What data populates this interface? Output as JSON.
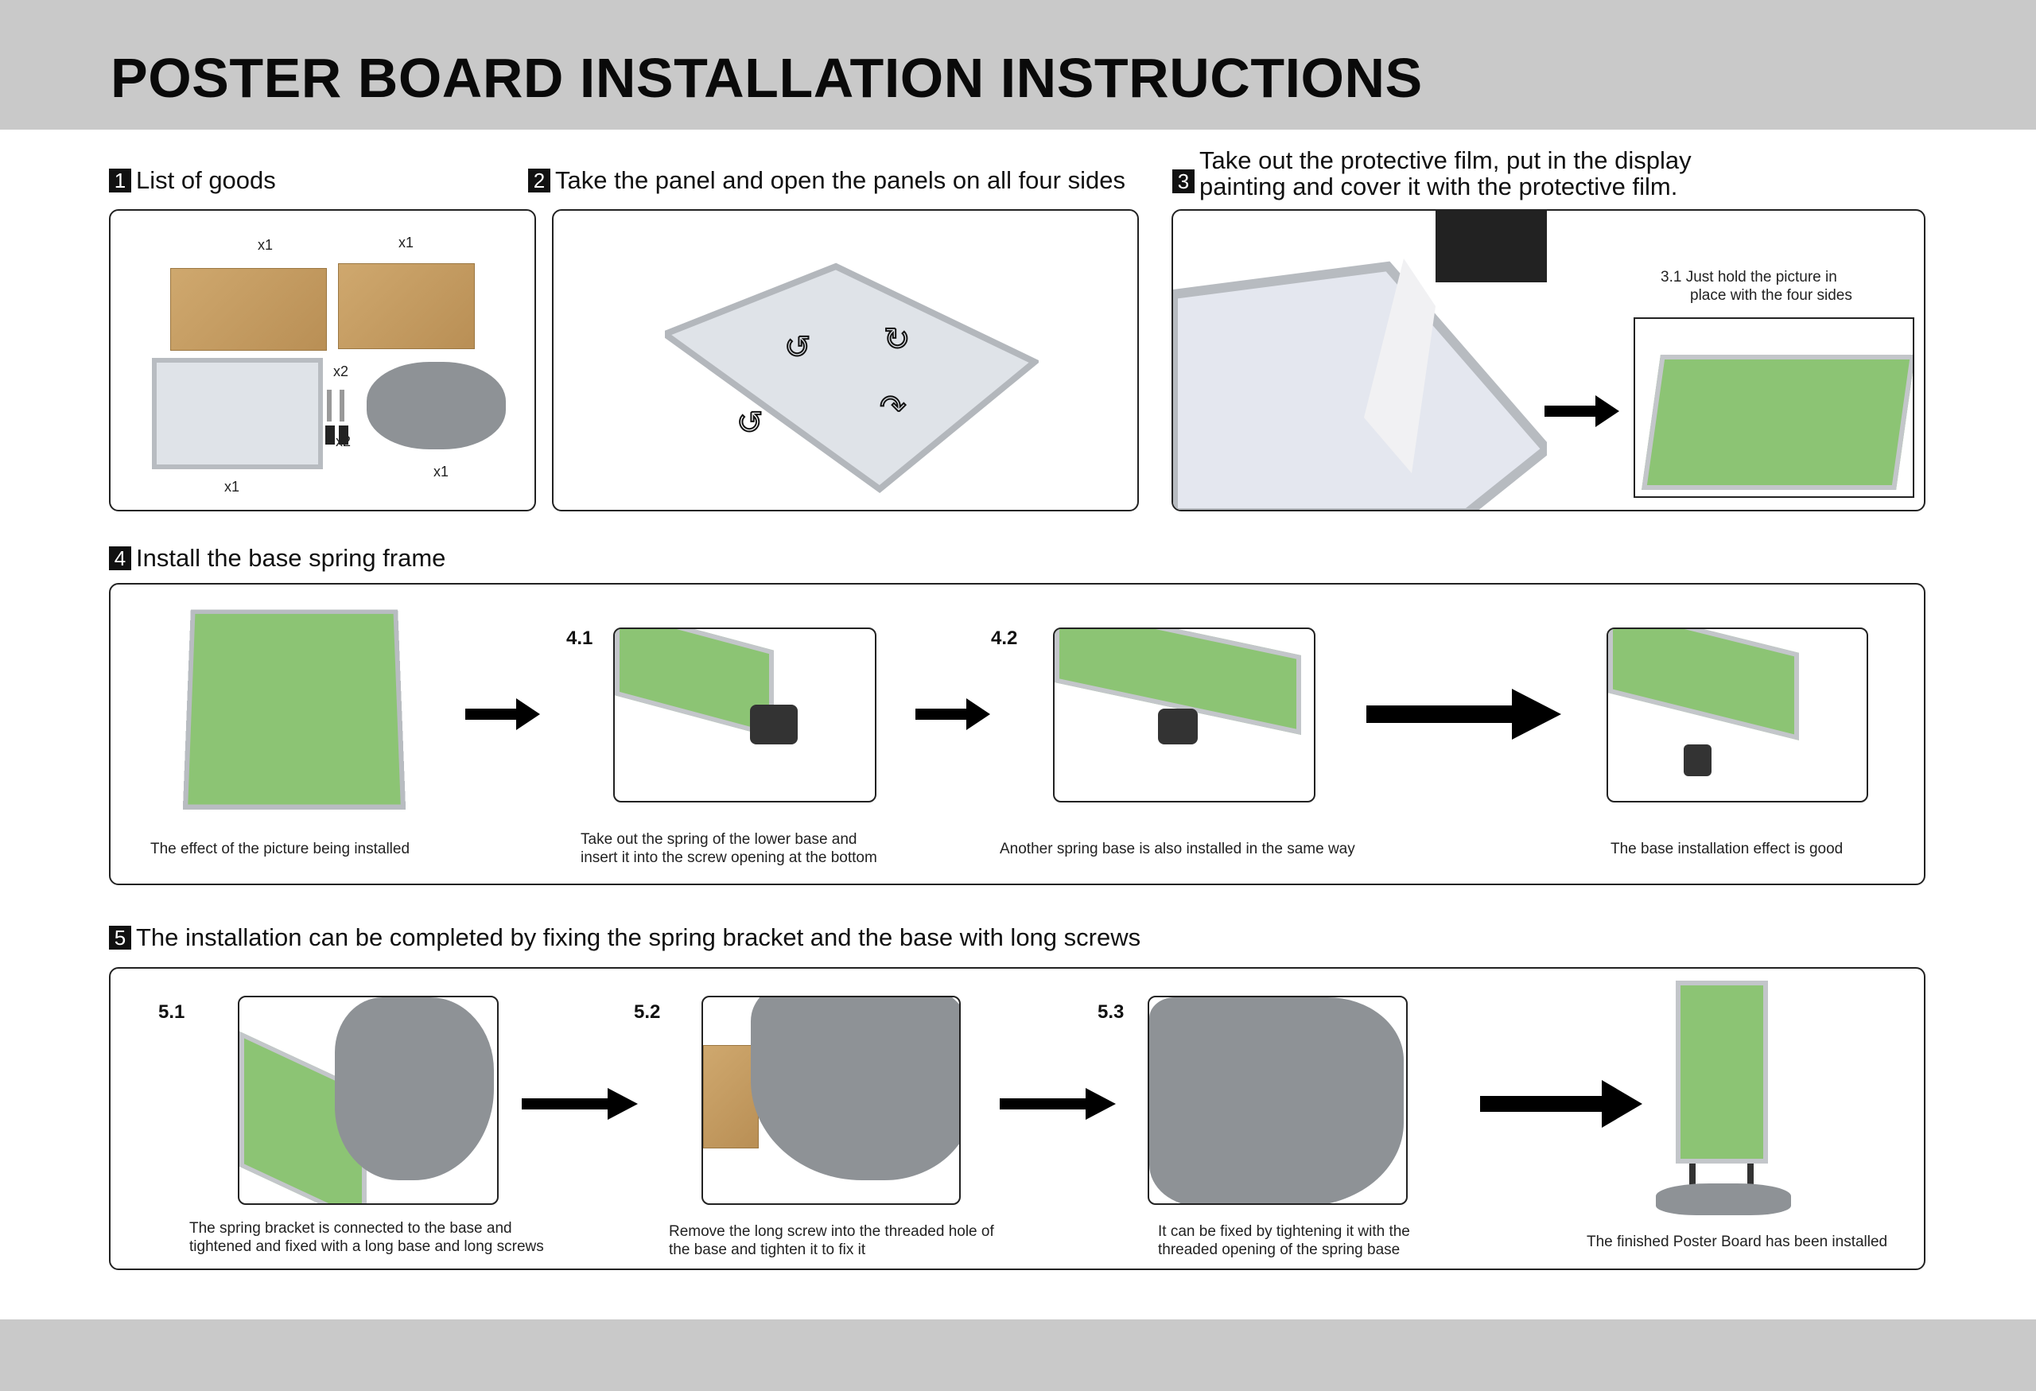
{
  "title": "POSTER BOARD INSTALLATION INSTRUCTIONS",
  "colors": {
    "band": "#c9c9c9",
    "poster_green": "#8cc474",
    "text": "#111111"
  },
  "sections": [
    {
      "num": "1",
      "label": "List of goods",
      "qty": [
        "x1",
        "x1",
        "x1",
        "x1",
        "x2",
        "x2"
      ]
    },
    {
      "num": "2",
      "label": "Take the panel and open the panels on all four sides"
    },
    {
      "num": "3",
      "label_line1": "Take out the protective film, put in the display",
      "label_line2": "painting and cover it with the protective film.",
      "sub_line1": "3.1 Just hold the picture in",
      "sub_line2": "place with the four sides"
    },
    {
      "num": "4",
      "label": "Install the base spring frame",
      "steps": [
        {
          "id": "",
          "cap1": "The effect of the picture being installed"
        },
        {
          "id": "4.1",
          "cap1": "Take out the spring of the lower base and",
          "cap2": "insert it into the screw opening at the bottom"
        },
        {
          "id": "4.2",
          "cap1": "Another spring base is also installed in the same way"
        },
        {
          "id": "",
          "cap1": "The base installation effect is good"
        }
      ]
    },
    {
      "num": "5",
      "label": "The installation can be completed by fixing the spring bracket and the base with long screws",
      "steps": [
        {
          "id": "5.1",
          "cap1": "The spring bracket is connected to the base and",
          "cap2": "tightened and fixed with a long base and long screws"
        },
        {
          "id": "5.2",
          "cap1": "Remove the long screw into the threaded hole of",
          "cap2": "the base and tighten it to fix it"
        },
        {
          "id": "5.3",
          "cap1": "It can be fixed by tightening it with the",
          "cap2": "threaded opening of the spring base"
        },
        {
          "id": "",
          "cap1": "The finished Poster Board has been installed"
        }
      ]
    }
  ]
}
